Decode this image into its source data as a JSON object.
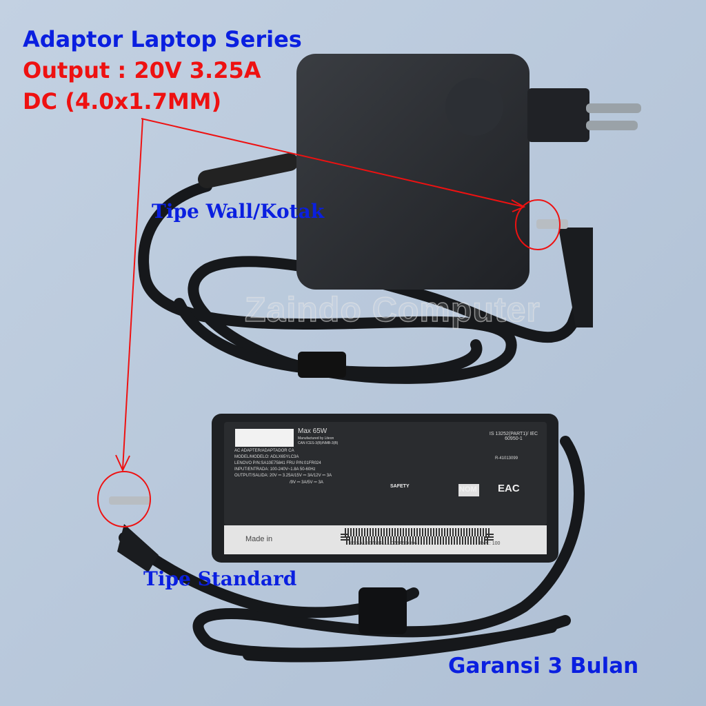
{
  "overlay": {
    "title": "Adaptor Laptop Series",
    "output": "Output : 20V 3.25A",
    "dc": "DC (4.0x1.7MM)",
    "type_wall": "Tipe Wall/Kotak",
    "type_standard": "Tipe Standard",
    "warranty": "Garansi 3 Bulan",
    "watermark": "Zaindo Computer"
  },
  "label": {
    "max": "Max 65W",
    "manufactured": "Manufactured by Liteon",
    "can": "CAN ICES-3(B)/NMB-3(B)",
    "ac": "AC ADAPTER/ADAPTADOR CA",
    "model": "MODEL/MODELO: ADLX65YLC3A",
    "pn": "LENOVO  P/N:SA10E75841  FRU P/N:01FR024",
    "input": "INPUT/ENTRADA: 100-240V~1.8A 50-60Hz",
    "output": "OUTPUT/SALIDA: 20V ⎓ 3.25A/15V ⎓ 3A/12V ⎓ 3A",
    "output2": "/9V ⎓ 3A/5V ⎓ 3A",
    "standard": "IS 13252(PART1)/ IEC 60950-1",
    "r_number": "R-41013099",
    "nom": "NOM",
    "eac": "EAC",
    "safety": "SAFETY",
    "made_in": "Made in",
    "serial": "8SSA10E75841L1CZ8ASD396",
    "rev": "Rev.: 100"
  },
  "colors": {
    "annotation_red": "#ee1111",
    "text_blue": "#0a1fe0",
    "background": "#b9c9dc"
  }
}
